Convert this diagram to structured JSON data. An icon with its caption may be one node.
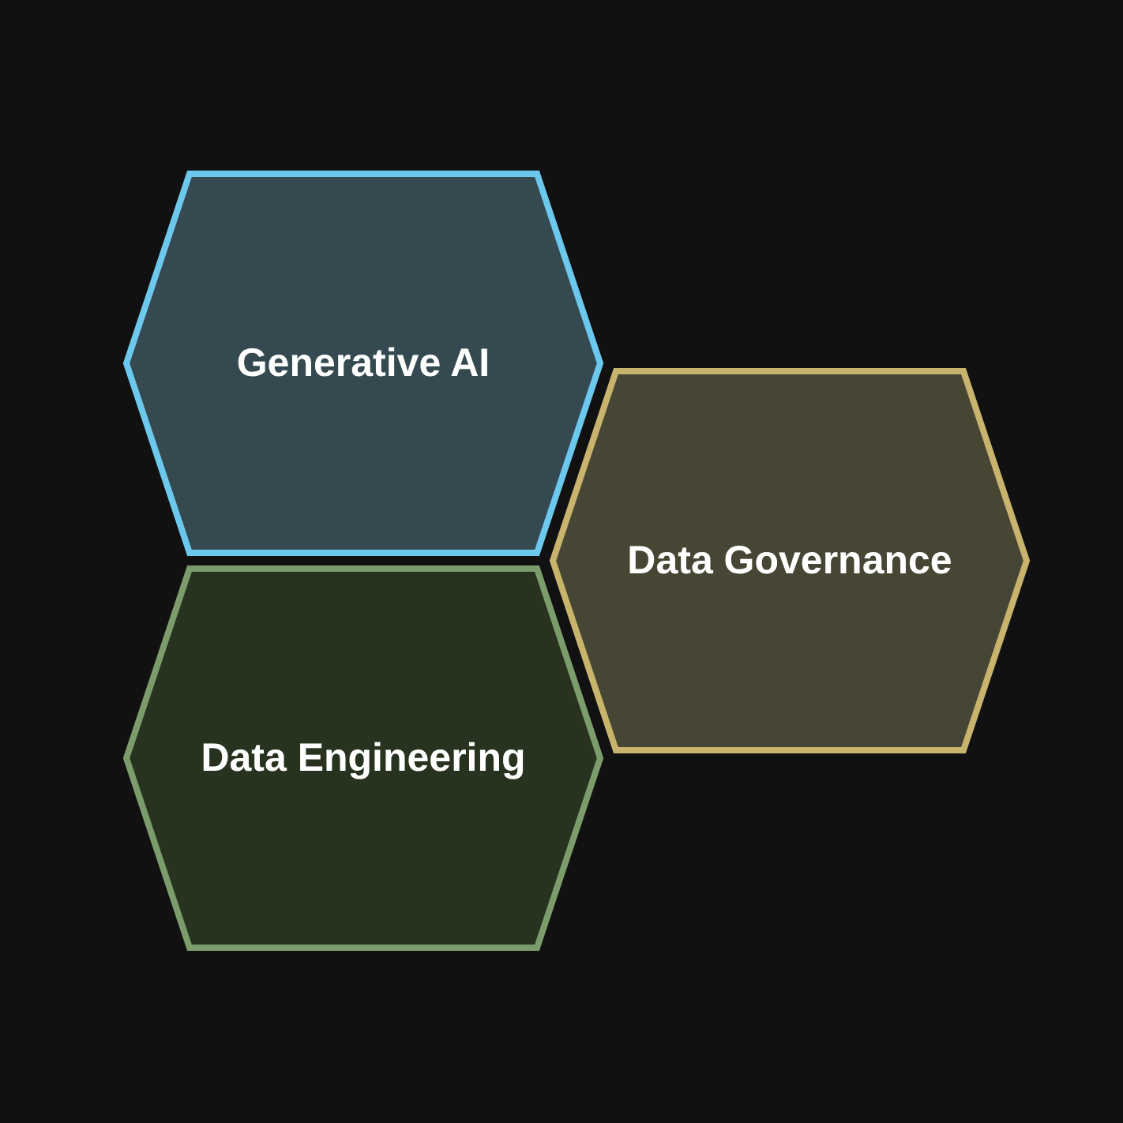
{
  "diagram": {
    "nodes": [
      {
        "text": [
          "Generative AI"
        ]
      },
      {
        "text": [
          "Data Governance"
        ]
      },
      {
        "text": [
          "Data Engineering"
        ]
      }
    ]
  }
}
